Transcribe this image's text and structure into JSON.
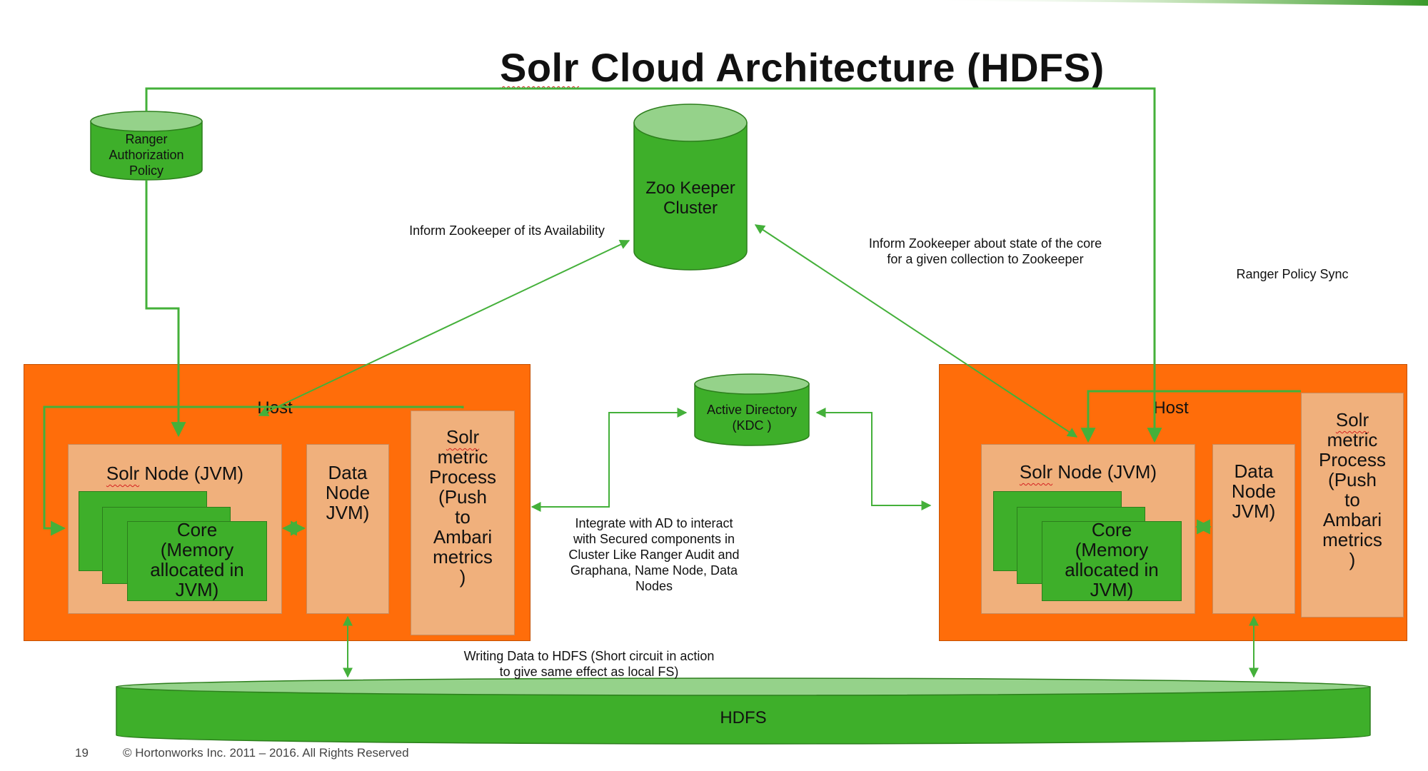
{
  "title": {
    "underlined_word": "Solr",
    "rest": " Cloud Architecture (HDFS)"
  },
  "ranger_policy": {
    "lines": [
      "Ranger",
      "Authorization",
      "Policy"
    ]
  },
  "zookeeper": {
    "lines": [
      "Zoo Keeper",
      "Cluster"
    ]
  },
  "active_directory": {
    "lines": [
      "Active Directory",
      "(KDC )"
    ]
  },
  "annotations": {
    "inform_availability": "Inform Zookeeper of its Availability",
    "inform_state": [
      "Inform Zookeeper about state of the core",
      "for a given collection to Zookeeper"
    ],
    "ranger_sync": "Ranger Policy Sync",
    "integrate_ad": [
      "Integrate with AD to interact",
      "with Secured components in",
      "Cluster Like Ranger Audit and",
      "Graphana, Name Node,  Data",
      "Nodes"
    ],
    "writing_hdfs": [
      "Writing Data to HDFS (Short circuit in action",
      "to give same effect as local FS)"
    ]
  },
  "host_left": {
    "label": "Host",
    "solr_node": {
      "underlined_word": "Solr",
      "rest": " Node (JVM)"
    },
    "core_lines": [
      "Core",
      "(Memory",
      "allocated in",
      "JVM)"
    ],
    "data_node_lines": [
      "Data",
      "Node",
      "JVM)"
    ],
    "metric_lines": [
      "Solr",
      "metric",
      "Process",
      "(Push",
      "to",
      "Ambari",
      "metrics",
      ")"
    ]
  },
  "host_right": {
    "label": "Host",
    "solr_node": {
      "underlined_word": "Solr",
      "rest": " Node (JVM)"
    },
    "core_lines": [
      "Core",
      "(Memory",
      "allocated in",
      "JVM)"
    ],
    "data_node_lines": [
      "Data",
      "Node",
      "JVM)"
    ],
    "metric_lines": [
      "Solr",
      "metric",
      "Process",
      "(Push",
      "to",
      "Ambari",
      "metrics",
      ")"
    ]
  },
  "hdfs": {
    "label": "HDFS"
  },
  "footer": {
    "page_number": "19",
    "copyright": "© Hortonworks Inc. 2011 – 2016. All Rights Reserved"
  },
  "colors": {
    "green": "#3eaf2a",
    "green_light": "#95d28a",
    "orange": "#ff6d0a",
    "peach": "#f0b07c",
    "line_green": "#44b03a"
  }
}
